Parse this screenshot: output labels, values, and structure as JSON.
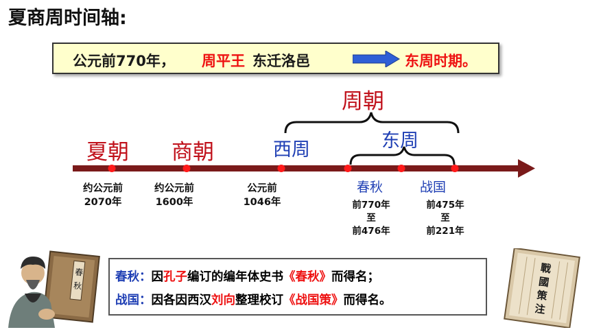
{
  "title": "夏商周时间轴:",
  "top_banner": {
    "prefix": "公元前770年，",
    "king": "周平王",
    "action": "东迁洛邑",
    "result": "东周时期。"
  },
  "dynasties": {
    "xia": "夏朝",
    "shang": "商朝",
    "zhou": "周朝"
  },
  "eras": {
    "western_zhou": "西周",
    "eastern_zhou": "东周",
    "chunqiu": "春秋",
    "zhanguo": "战国"
  },
  "dates": {
    "xia": [
      "约公元前",
      "2070年"
    ],
    "shang": [
      "约公元前",
      "1600年"
    ],
    "western_zhou": [
      "公元前",
      "1046年"
    ],
    "chunqiu": [
      "前770年",
      "至",
      "前476年"
    ],
    "zhanguo": [
      "前475年",
      "至",
      "前221年"
    ]
  },
  "notes": {
    "line1": {
      "label": "春秋：",
      "p1": "因",
      "person": "孔子",
      "p2": "编订的编年体史书",
      "book": "《春秋》",
      "p3": "而得名；"
    },
    "line2": {
      "label": "战国：",
      "p1": "因各因西汉",
      "person": "刘向",
      "p2": "整理校订",
      "book": "《战国策》",
      "p3": "而得名。"
    }
  },
  "images": {
    "book_cover_text": "春秋",
    "book_right_text": "戰國策注"
  },
  "colors": {
    "axis": "#7a1a1a",
    "dot": "#ff1a1a",
    "dynasty_red": "#c0101a",
    "era_blue": "#1f3fb4",
    "arrow_blue": "#2f5fd6",
    "banner_bg": "#ffffcc"
  }
}
